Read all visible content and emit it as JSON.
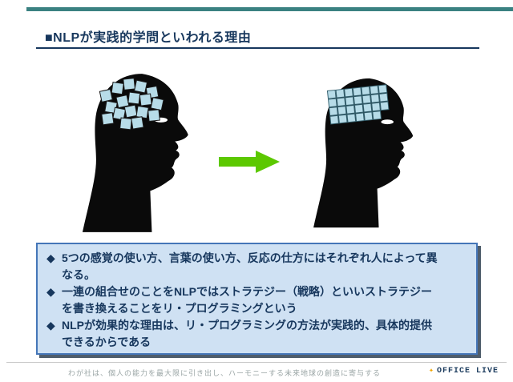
{
  "slide": {
    "title": "■NLPが実践的学問といわれる理由",
    "bullet_marker": "◆",
    "bullets": [
      "5つの感覚の使い方、言葉の使い方、反応の仕方にはそれぞれ人によって異なる。",
      "一連の組合せのことをNLPではストラテジー（戦略）といいストラテジーを書き換えることをリ・プログラミングという",
      "NLPが効果的な理由は、リ・プログラミングの方法が実践的、具体的提供できるからである"
    ],
    "footer": {
      "message": "わが社は、個人の能力を最大限に引き出し、ハーモニーする未来地球の創造に寄与する",
      "logo_star": "✦",
      "logo_text": "OFFICE LIVE"
    }
  },
  "icons": {
    "before_illustration": "head-with-scattered-brain-blocks",
    "after_illustration": "head-with-organized-brain-grid",
    "arrow": "green-right-arrow"
  },
  "colors": {
    "accent_bar": "#3A8181",
    "title_text": "#17375D",
    "box_background": "#CFE1F3",
    "box_border": "#4576B8",
    "box_shadow": "#4F5D6B",
    "arrow_green": "#5CC800",
    "brain_square": "#B7DCE8",
    "head_silhouette": "#0A0A0A",
    "logo_star": "#F0A500",
    "logo_text": "#1C3C5E",
    "footer_text": "#9AA5A5"
  }
}
